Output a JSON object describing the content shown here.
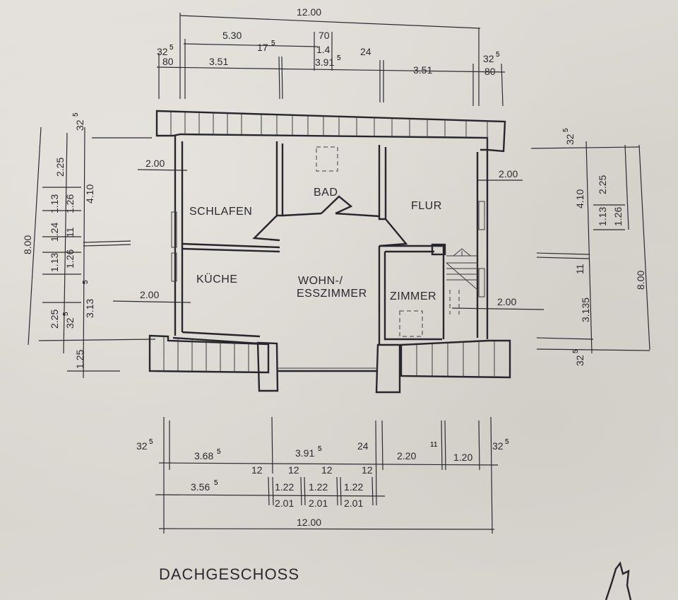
{
  "plan_title": "DACHGESCHOSS",
  "rooms": {
    "schlafen": "SCHLAFEN",
    "bad": "BAD",
    "flur": "FLUR",
    "kueche": "KÜCHE",
    "wohn_line1": "WOHN-/",
    "wohn_line2": "ESSZIMMER",
    "zimmer": "ZIMMER"
  },
  "top_dims": {
    "total": "12.00",
    "d530": "5.30",
    "d70": "70",
    "d14": "1.4",
    "d175": "17",
    "d175_sup": "5",
    "d24": "24",
    "d325_left": "32",
    "d325_left_sup": "5",
    "d80_left": "80",
    "d351_left": "3.51",
    "d391": "3.91",
    "d391_sup": "5",
    "d351_right": "3.51",
    "d325_right": "32",
    "d325_right_sup": "5",
    "d80_right": "80"
  },
  "left_dims": {
    "total": "8.00",
    "d325": "32",
    "d325_sup": "5",
    "d225": "2.25",
    "d113": "1.13",
    "d126": "1.26",
    "d410": "4.10",
    "d124": "1.24",
    "d11": "11",
    "d113b": "1.13",
    "d126b": "1.26",
    "d3135": "3.13",
    "d3135_sup": "5",
    "d225b": "2.25",
    "d325b": "32",
    "d325b_sup": "5",
    "d125": "1.25",
    "d200_top": "2.00",
    "d200_bottom": "2.00"
  },
  "right_dims": {
    "total": "8.00",
    "d325_top": "32",
    "d325_top_sup": "5",
    "d225": "2.25",
    "d410": "4.10",
    "d113": "1.13",
    "d126": "1.26",
    "d11": "11",
    "d3135": "3.135",
    "d325_bottom": "32",
    "d325_bottom_sup": "5",
    "d200_top": "2.00",
    "d200_bottom": "2.00"
  },
  "bottom_dims": {
    "d325_left": "32",
    "d325_left_sup": "5",
    "d3685": "3.68",
    "d3685_sup": "5",
    "d391": "3.91",
    "d391_sup": "5",
    "d24": "24",
    "d220": "2.20",
    "d11": "11",
    "d120": "1.20",
    "d325_right": "32",
    "d325_right_sup": "5",
    "d12a": "12",
    "d12b": "12",
    "d12c": "12",
    "d12d": "12",
    "d3565": "3.56",
    "d3565_sup": "5",
    "d122a": "1.22",
    "d122b": "1.22",
    "d122c": "1.22",
    "d201a": "2.01",
    "d201b": "2.01",
    "d201c": "2.01",
    "total": "12.00"
  }
}
